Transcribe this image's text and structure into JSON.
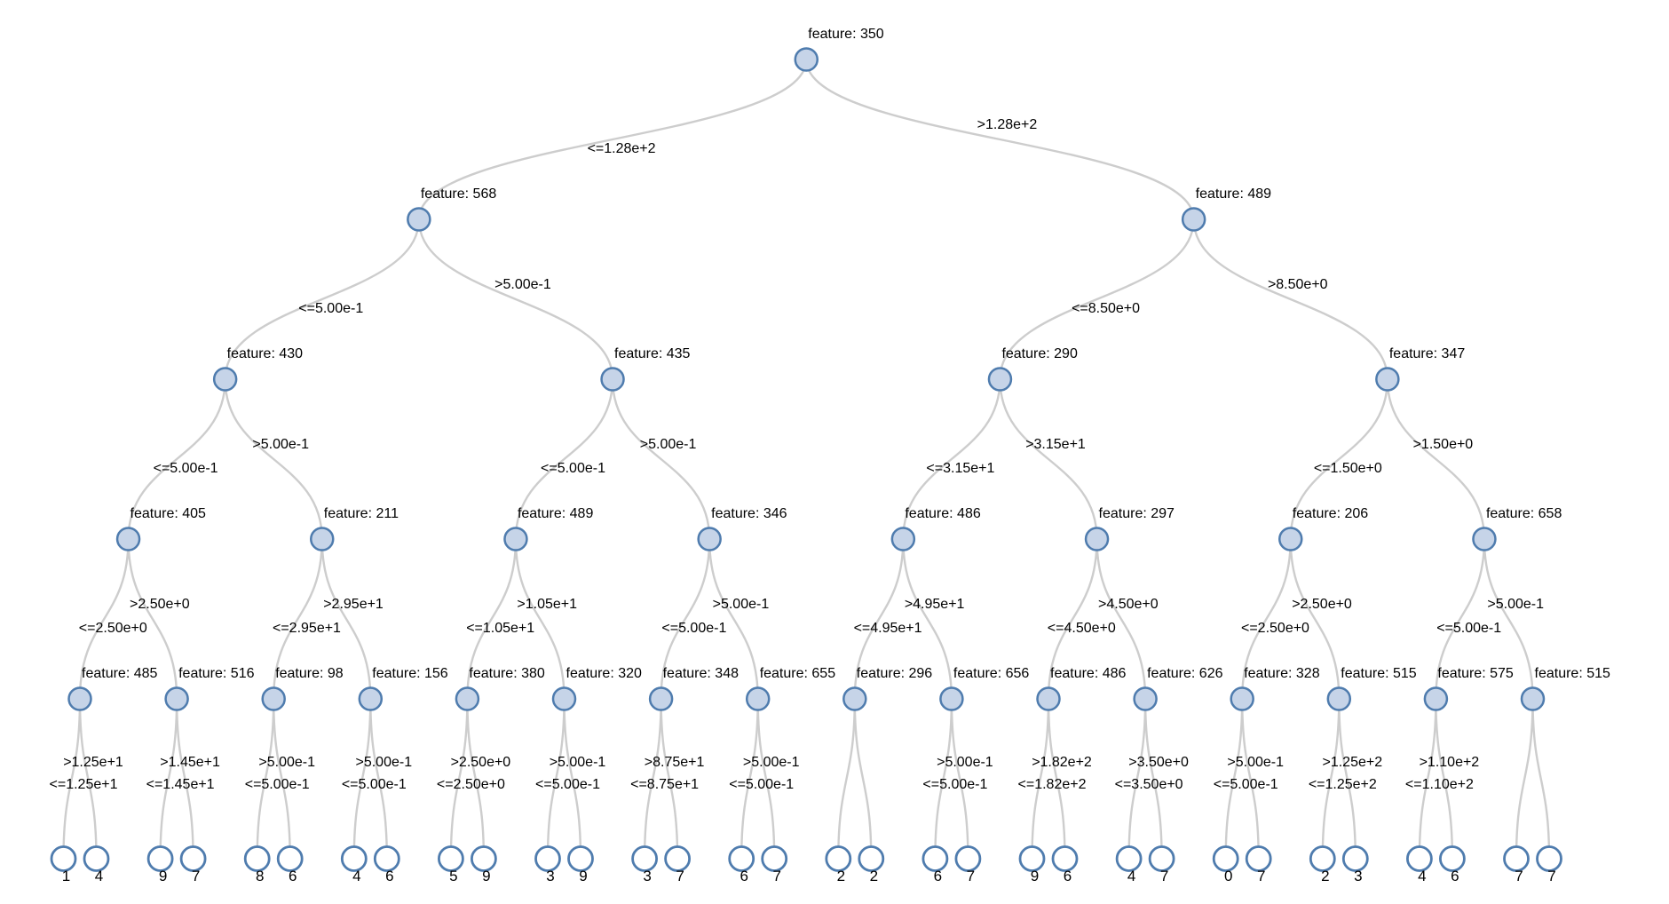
{
  "chart_data": {
    "type": "tree",
    "title": "",
    "node_label_prefix": "feature: ",
    "style": {
      "background": "#ffffff",
      "edge_color": "#cdcdcd",
      "node_fill": "#c6d4e8",
      "node_stroke": "#4f7cae",
      "leaf_fill": "#ffffff",
      "text_color": "#000000"
    },
    "tree": {
      "feature": "350",
      "left_label": "<=1.28e+2",
      "right_label": ">1.28e+2",
      "left": {
        "feature": "568",
        "left_label": "<=5.00e-1",
        "right_label": ">5.00e-1",
        "left": {
          "feature": "430",
          "left_label": "<=5.00e-1",
          "right_label": ">5.00e-1",
          "left": {
            "feature": "405",
            "left_label": "<=2.50e+0",
            "right_label": ">2.50e+0",
            "left": {
              "feature": "485",
              "left_label": "<=1.25e+1",
              "right_label": ">1.25e+1",
              "left": {
                "value": "1"
              },
              "right": {
                "value": "4"
              }
            },
            "right": {
              "feature": "516",
              "left_label": "<=1.45e+1",
              "right_label": ">1.45e+1",
              "left": {
                "value": "9"
              },
              "right": {
                "value": "7"
              }
            }
          },
          "right": {
            "feature": "211",
            "left_label": "<=2.95e+1",
            "right_label": ">2.95e+1",
            "left": {
              "feature": "98",
              "left_label": "<=5.00e-1",
              "right_label": ">5.00e-1",
              "left": {
                "value": "8"
              },
              "right": {
                "value": "6"
              }
            },
            "right": {
              "feature": "156",
              "left_label": "<=5.00e-1",
              "right_label": ">5.00e-1",
              "left": {
                "value": "4"
              },
              "right": {
                "value": "6"
              }
            }
          }
        },
        "right": {
          "feature": "435",
          "left_label": "<=5.00e-1",
          "right_label": ">5.00e-1",
          "left": {
            "feature": "489",
            "left_label": "<=1.05e+1",
            "right_label": ">1.05e+1",
            "left": {
              "feature": "380",
              "left_label": "<=2.50e+0",
              "right_label": ">2.50e+0",
              "left": {
                "value": "5"
              },
              "right": {
                "value": "9"
              }
            },
            "right": {
              "feature": "320",
              "left_label": "<=5.00e-1",
              "right_label": ">5.00e-1",
              "left": {
                "value": "3"
              },
              "right": {
                "value": "9"
              }
            }
          },
          "right": {
            "feature": "346",
            "left_label": "<=5.00e-1",
            "right_label": ">5.00e-1",
            "left": {
              "feature": "348",
              "left_label": "<=8.75e+1",
              "right_label": ">8.75e+1",
              "left": {
                "value": "3"
              },
              "right": {
                "value": "7"
              }
            },
            "right": {
              "feature": "655",
              "left_label": "<=5.00e-1",
              "right_label": ">5.00e-1",
              "left": {
                "value": "6"
              },
              "right": {
                "value": "7"
              }
            }
          }
        }
      },
      "right": {
        "feature": "489",
        "left_label": "<=8.50e+0",
        "right_label": ">8.50e+0",
        "left": {
          "feature": "290",
          "left_label": "<=3.15e+1",
          "right_label": ">3.15e+1",
          "left": {
            "feature": "486",
            "left_label": "<=4.95e+1",
            "right_label": ">4.95e+1",
            "left": {
              "feature": "296",
              "left_label": "",
              "right_label": "",
              "left": {
                "value": "2"
              },
              "right": {
                "value": "2"
              }
            },
            "right": {
              "feature": "656",
              "left_label": "<=5.00e-1",
              "right_label": ">5.00e-1",
              "left": {
                "value": "6"
              },
              "right": {
                "value": "7"
              }
            }
          },
          "right": {
            "feature": "297",
            "left_label": "<=4.50e+0",
            "right_label": ">4.50e+0",
            "left": {
              "feature": "486",
              "left_label": "<=1.82e+2",
              "right_label": ">1.82e+2",
              "left": {
                "value": "9"
              },
              "right": {
                "value": "6"
              }
            },
            "right": {
              "feature": "626",
              "left_label": "<=3.50e+0",
              "right_label": ">3.50e+0",
              "left": {
                "value": "4"
              },
              "right": {
                "value": "7"
              }
            }
          }
        },
        "right": {
          "feature": "347",
          "left_label": "<=1.50e+0",
          "right_label": ">1.50e+0",
          "left": {
            "feature": "206",
            "left_label": "<=2.50e+0",
            "right_label": ">2.50e+0",
            "left": {
              "feature": "328",
              "left_label": "<=5.00e-1",
              "right_label": ">5.00e-1",
              "left": {
                "value": "0"
              },
              "right": {
                "value": "7"
              }
            },
            "right": {
              "feature": "515",
              "left_label": "<=1.25e+2",
              "right_label": ">1.25e+2",
              "left": {
                "value": "2"
              },
              "right": {
                "value": "3"
              }
            }
          },
          "right": {
            "feature": "658",
            "left_label": "<=5.00e-1",
            "right_label": ">5.00e-1",
            "left": {
              "feature": "575",
              "left_label": "<=1.10e+2",
              "right_label": ">1.10e+2",
              "left": {
                "value": "4"
              },
              "right": {
                "value": "6"
              }
            },
            "right": {
              "feature": "515",
              "left_label": "",
              "right_label": "",
              "left": {
                "value": "7"
              },
              "right": {
                "value": "7"
              }
            }
          }
        }
      }
    }
  }
}
